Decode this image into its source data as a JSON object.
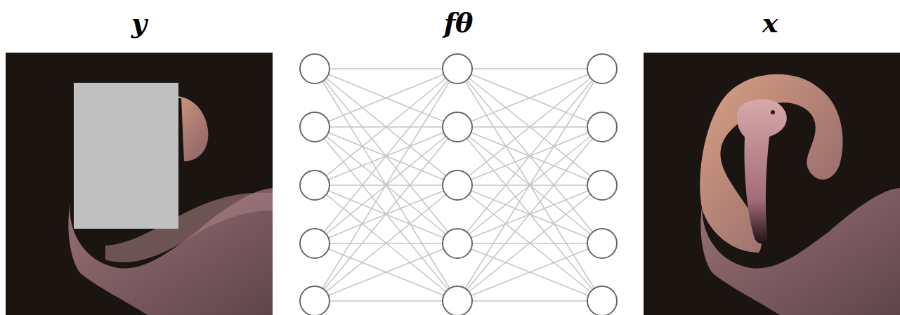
{
  "diagram": {
    "nodes": [
      {
        "text": [
          "y"
        ]
      },
      {
        "text": [
          "fθ"
        ]
      },
      {
        "text": [
          "x"
        ]
      }
    ]
  }
}
